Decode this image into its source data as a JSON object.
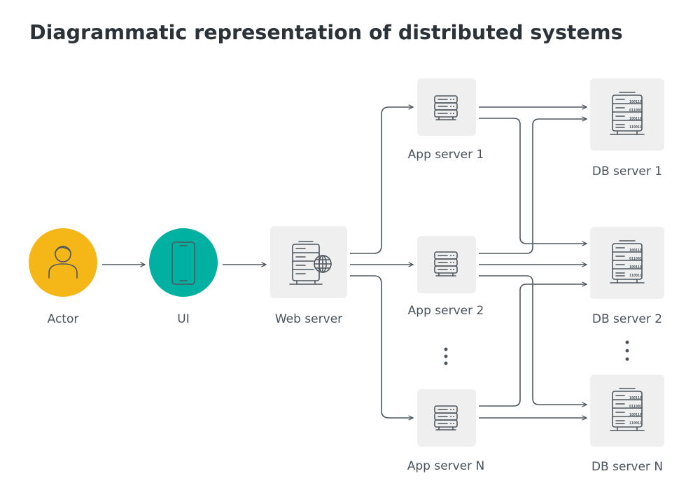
{
  "title": "Diagrammatic representation of distributed systems",
  "labels": {
    "actor": "Actor",
    "ui": "UI",
    "web_server": "Web server",
    "app_server_1": "App server 1",
    "app_server_2": "App server 2",
    "app_server_n": "App server N",
    "db_server_1": "DB server 1",
    "db_server_2": "DB server 2",
    "db_server_n": "DB server N"
  },
  "db_bits": [
    "100110",
    "011001",
    "100110",
    "110011"
  ],
  "colors": {
    "actor_circle": "#f5b718",
    "ui_circle": "#00b1a2",
    "node_box": "#efefef",
    "line": "#4d565e",
    "title": "#2b3238"
  },
  "icons": {
    "actor": "person-icon",
    "ui": "smartphone-icon",
    "web_server": "web-server-icon",
    "app_server": "server-icon",
    "db_server": "database-server-icon"
  }
}
